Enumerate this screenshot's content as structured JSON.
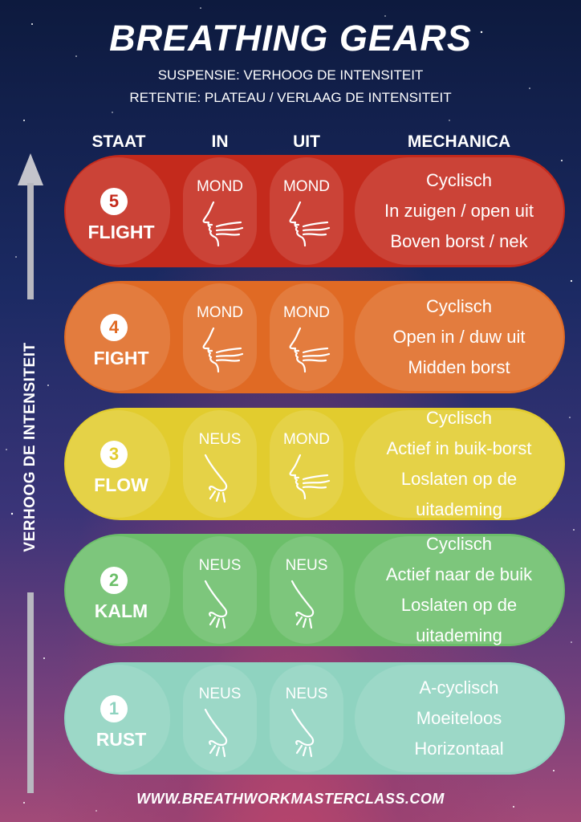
{
  "title": "BREATHING GEARS",
  "subtitle1": "SUSPENSIE: VERHOOG DE INTENSITEIT",
  "subtitle2": "RETENTIE: PLATEAU / VERLAAG DE INTENSITEIT",
  "headers": {
    "staat": "STAAT",
    "in": "IN",
    "uit": "UIT",
    "mechanica": "MECHANICA"
  },
  "axis_label": "VERHOOG DE INTENSITEIT",
  "footer": "WWW.BREATHWORKMASTERCLASS.COM",
  "gears": [
    {
      "number": "5",
      "name": "FLIGHT",
      "color": "#c42a1c",
      "in": {
        "label": "MOND",
        "icon": "mouth-breath-icon"
      },
      "uit": {
        "label": "MOND",
        "icon": "mouth-breath-icon"
      },
      "mechanics": [
        "Cyclisch",
        "In zuigen / open uit",
        "Boven borst / nek"
      ]
    },
    {
      "number": "4",
      "name": "FIGHT",
      "color": "#e06a24",
      "in": {
        "label": "MOND",
        "icon": "mouth-breath-icon"
      },
      "uit": {
        "label": "MOND",
        "icon": "mouth-breath-icon"
      },
      "mechanics": [
        "Cyclisch",
        "Open in / duw uit",
        "Midden borst"
      ]
    },
    {
      "number": "3",
      "name": "FLOW",
      "color": "#e2cc2e",
      "in": {
        "label": "NEUS",
        "icon": "nose-breath-icon"
      },
      "uit": {
        "label": "MOND",
        "icon": "mouth-breath-icon"
      },
      "mechanics": [
        "Cyclisch",
        "Actief in buik-borst",
        "Loslaten op de",
        "uitademing"
      ]
    },
    {
      "number": "2",
      "name": "KALM",
      "color": "#6cbf6a",
      "in": {
        "label": "NEUS",
        "icon": "nose-breath-icon"
      },
      "uit": {
        "label": "NEUS",
        "icon": "nose-breath-icon"
      },
      "mechanics": [
        "Cyclisch",
        "Actief naar de buik",
        "Loslaten op de",
        "uitademing"
      ]
    },
    {
      "number": "1",
      "name": "RUST",
      "color": "#8fd3c0",
      "in": {
        "label": "NEUS",
        "icon": "nose-breath-icon"
      },
      "uit": {
        "label": "NEUS",
        "icon": "nose-breath-icon"
      },
      "mechanics": [
        "A-cyclisch",
        "Moeiteloos",
        "Horizontaal"
      ]
    }
  ]
}
